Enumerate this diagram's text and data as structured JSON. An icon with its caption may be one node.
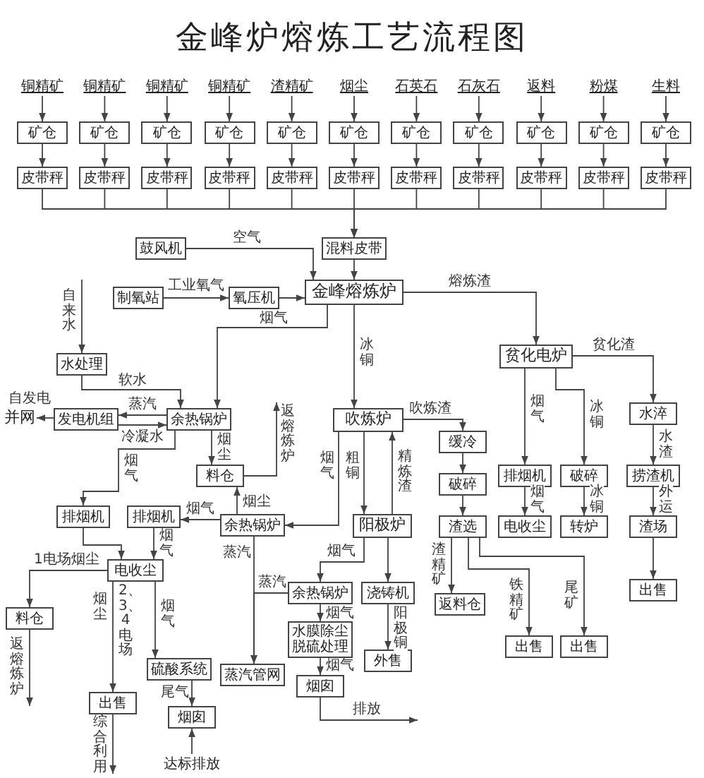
{
  "diagram": {
    "title": "金峰炉熔炼工艺流程图",
    "nodes": [
      {
        "text": [
          "铜精矿"
        ]
      },
      {
        "text": [
          "铜精矿"
        ]
      },
      {
        "text": [
          "铜精矿"
        ]
      },
      {
        "text": [
          "铜精矿"
        ]
      },
      {
        "text": [
          "渣精矿"
        ]
      },
      {
        "text": [
          "烟尘"
        ]
      },
      {
        "text": [
          "石英石"
        ]
      },
      {
        "text": [
          "石灰石"
        ]
      },
      {
        "text": [
          "返料"
        ]
      },
      {
        "text": [
          "粉煤"
        ]
      },
      {
        "text": [
          "生料"
        ]
      },
      {
        "text": [
          "矿仓"
        ]
      },
      {
        "text": [
          "矿仓"
        ]
      },
      {
        "text": [
          "矿仓"
        ]
      },
      {
        "text": [
          "矿仓"
        ]
      },
      {
        "text": [
          "矿仓"
        ]
      },
      {
        "text": [
          "矿仓"
        ]
      },
      {
        "text": [
          "矿仓"
        ]
      },
      {
        "text": [
          "矿仓"
        ]
      },
      {
        "text": [
          "矿仓"
        ]
      },
      {
        "text": [
          "矿仓"
        ]
      },
      {
        "text": [
          "矿仓"
        ]
      },
      {
        "text": [
          "皮带秤"
        ]
      },
      {
        "text": [
          "皮带秤"
        ]
      },
      {
        "text": [
          "皮带秤"
        ]
      },
      {
        "text": [
          "皮带秤"
        ]
      },
      {
        "text": [
          "皮带秤"
        ]
      },
      {
        "text": [
          "皮带秤"
        ]
      },
      {
        "text": [
          "皮带秤"
        ]
      },
      {
        "text": [
          "皮带秤"
        ]
      },
      {
        "text": [
          "皮带秤"
        ]
      },
      {
        "text": [
          "皮带秤"
        ]
      },
      {
        "text": [
          "皮带秤"
        ]
      },
      {
        "text": [
          "混料皮带"
        ]
      },
      {
        "text": [
          "鼓风机"
        ]
      },
      {
        "text": [
          "制氧站"
        ]
      },
      {
        "text": [
          "氧压机"
        ]
      },
      {
        "text": [
          "金峰熔炼炉"
        ]
      },
      {
        "text": [
          "贫化电炉"
        ]
      },
      {
        "text": [
          "水处理"
        ]
      },
      {
        "text": [
          "并网"
        ]
      },
      {
        "text": [
          "发电机组"
        ]
      },
      {
        "text": [
          "余热锅炉"
        ]
      },
      {
        "text": [
          "吹炼炉"
        ]
      },
      {
        "text": [
          "水淬"
        ]
      },
      {
        "text": [
          "缓冷"
        ]
      },
      {
        "text": [
          "料仓"
        ]
      },
      {
        "text": [
          "排烟机"
        ]
      },
      {
        "text": [
          "破碎"
        ]
      },
      {
        "text": [
          "捞渣机"
        ]
      },
      {
        "text": [
          "破碎"
        ]
      },
      {
        "text": [
          "排烟机"
        ]
      },
      {
        "text": [
          "排烟机"
        ]
      },
      {
        "text": [
          "余热锅炉"
        ]
      },
      {
        "text": [
          "阳极炉"
        ]
      },
      {
        "text": [
          "渣选"
        ]
      },
      {
        "text": [
          "电收尘"
        ]
      },
      {
        "text": [
          "转炉"
        ]
      },
      {
        "text": [
          "渣场"
        ]
      },
      {
        "text": [
          "电收尘"
        ]
      },
      {
        "text": [
          "料仓"
        ]
      },
      {
        "text": [
          "余热锅炉"
        ]
      },
      {
        "text": [
          "浇铸机"
        ]
      },
      {
        "text": [
          "返料仓"
        ]
      },
      {
        "text": [
          "出售"
        ]
      },
      {
        "text": [
          "出售"
        ]
      },
      {
        "text": [
          "水膜除尘脱硫处理"
        ]
      },
      {
        "text": [
          "外售"
        ]
      },
      {
        "text": [
          "出售"
        ]
      },
      {
        "text": [
          "出售"
        ]
      },
      {
        "text": [
          "硫酸系统"
        ]
      },
      {
        "text": [
          "蒸汽管网"
        ]
      },
      {
        "text": [
          "烟囱"
        ]
      },
      {
        "text": [
          "烟囱"
        ]
      },
      {
        "text": [
          "达标排放"
        ]
      }
    ],
    "edges": [
      {
        "from": 0,
        "to": 11,
        "arrow": "to"
      },
      {
        "from": 1,
        "to": 12,
        "arrow": "to"
      },
      {
        "from": 2,
        "to": 13,
        "arrow": "to"
      },
      {
        "from": 3,
        "to": 14,
        "arrow": "to"
      },
      {
        "from": 4,
        "to": 15,
        "arrow": "to"
      },
      {
        "from": 5,
        "to": 16,
        "arrow": "to"
      },
      {
        "from": 6,
        "to": 17,
        "arrow": "to"
      },
      {
        "from": 7,
        "to": 18,
        "arrow": "to"
      },
      {
        "from": 8,
        "to": 19,
        "arrow": "to"
      },
      {
        "from": 9,
        "to": 20,
        "arrow": "to"
      },
      {
        "from": 10,
        "to": 21,
        "arrow": "to"
      },
      {
        "from": 11,
        "to": 22,
        "arrow": "to"
      },
      {
        "from": 12,
        "to": 23,
        "arrow": "to"
      },
      {
        "from": 13,
        "to": 24,
        "arrow": "to"
      },
      {
        "from": 14,
        "to": 25,
        "arrow": "to"
      },
      {
        "from": 15,
        "to": 26,
        "arrow": "to"
      },
      {
        "from": 16,
        "to": 27,
        "arrow": "to"
      },
      {
        "from": 17,
        "to": 28,
        "arrow": "to"
      },
      {
        "from": 18,
        "to": 29,
        "arrow": "to"
      },
      {
        "from": 19,
        "to": 30,
        "arrow": "to"
      },
      {
        "from": 20,
        "to": 31,
        "arrow": "to"
      },
      {
        "from": 21,
        "to": 32,
        "arrow": "to"
      },
      {
        "from": 22,
        "to": 33,
        "arrow": "to"
      },
      {
        "from": 23,
        "to": 33,
        "arrow": "to"
      },
      {
        "from": 24,
        "to": 33,
        "arrow": "to"
      },
      {
        "from": 25,
        "to": 33,
        "arrow": "to"
      },
      {
        "from": 26,
        "to": 33,
        "arrow": "to"
      },
      {
        "from": 27,
        "to": 33,
        "arrow": "to"
      },
      {
        "from": 28,
        "to": 33,
        "arrow": "to"
      },
      {
        "from": 29,
        "to": 33,
        "arrow": "to"
      },
      {
        "from": 30,
        "to": 33,
        "arrow": "to"
      },
      {
        "from": 31,
        "to": 33,
        "arrow": "to"
      },
      {
        "from": 32,
        "to": 33,
        "arrow": "to"
      },
      {
        "from": 33,
        "to": 37,
        "arrow": "to"
      },
      {
        "from": 34,
        "to": 37,
        "arrow": "to",
        "label": "空气"
      },
      {
        "from": 35,
        "to": 36,
        "arrow": "to",
        "label": "工业氧气"
      },
      {
        "from": 36,
        "to": 37,
        "arrow": "to"
      },
      {
        "from": null,
        "to": 39,
        "arrow": "to",
        "label": "自来水"
      },
      {
        "from": 39,
        "to": 42,
        "arrow": "to",
        "label": "软水"
      },
      {
        "from": 37,
        "to": 42,
        "arrow": "to",
        "label": "烟气"
      },
      {
        "from": 37,
        "to": 43,
        "arrow": "to",
        "label": "冰铜"
      },
      {
        "from": 37,
        "to": 38,
        "arrow": "to",
        "label": "熔炼渣"
      },
      {
        "from": 42,
        "to": 41,
        "arrow": "to",
        "label": "蒸汽"
      },
      {
        "from": 41,
        "to": 42,
        "arrow": "to",
        "label": "冷凝水"
      },
      {
        "from": 41,
        "to": 40,
        "arrow": "to",
        "label": "自发电"
      },
      {
        "from": 42,
        "to": 46,
        "arrow": "to",
        "label": "烟尘"
      },
      {
        "from": 46,
        "to": null,
        "arrow": "to",
        "label": "返熔炼炉"
      },
      {
        "from": 38,
        "to": 44,
        "arrow": "to",
        "label": "贫化渣"
      },
      {
        "from": 38,
        "to": 47,
        "arrow": "to",
        "label": "烟气"
      },
      {
        "from": 38,
        "to": 48,
        "arrow": "to",
        "label": "冰铜"
      },
      {
        "from": 44,
        "to": 49,
        "arrow": "to",
        "label": "水渣"
      },
      {
        "from": 47,
        "to": 56,
        "arrow": "to",
        "label": "烟气"
      },
      {
        "from": 48,
        "to": 57,
        "arrow": "to",
        "label": "冰铜"
      },
      {
        "from": 49,
        "to": 58,
        "arrow": "to",
        "label": "外运"
      },
      {
        "from": 58,
        "to": 64,
        "arrow": "to"
      },
      {
        "from": 43,
        "to": 45,
        "arrow": "to",
        "label": "吹炼渣"
      },
      {
        "from": 45,
        "to": 50,
        "arrow": "to"
      },
      {
        "from": 50,
        "to": 55,
        "arrow": "to"
      },
      {
        "from": 55,
        "to": 63,
        "arrow": "to",
        "label": "渣精矿"
      },
      {
        "from": 55,
        "to": 68,
        "arrow": "to",
        "label": "铁精矿"
      },
      {
        "from": 55,
        "to": 69,
        "arrow": "to",
        "label": "尾矿"
      },
      {
        "from": 43,
        "to": 53,
        "arrow": "to",
        "label": "烟气"
      },
      {
        "from": 43,
        "to": 54,
        "arrow": "to",
        "label": "粗铜"
      },
      {
        "from": 54,
        "to": 43,
        "arrow": "to",
        "label": "精炼渣"
      },
      {
        "from": 42,
        "to": 51,
        "arrow": "to",
        "label": "烟气"
      },
      {
        "from": 53,
        "to": 52,
        "arrow": "to",
        "label": "烟气"
      },
      {
        "from": 53,
        "to": 46,
        "arrow": "to",
        "label": "烟尘"
      },
      {
        "from": 53,
        "to": 71,
        "arrow": "to",
        "label": "蒸汽"
      },
      {
        "from": 51,
        "to": 59,
        "arrow": "to"
      },
      {
        "from": 52,
        "to": 59,
        "arrow": "to",
        "label": "烟气"
      },
      {
        "from": 59,
        "to": 60,
        "arrow": "to",
        "label": "1电场烟尘"
      },
      {
        "from": 60,
        "to": null,
        "arrow": "to",
        "label": "返熔炼炉"
      },
      {
        "from": 59,
        "to": 65,
        "arrow": "to",
        "label": "烟尘"
      },
      {
        "from": 65,
        "to": null,
        "arrow": "to",
        "label": "综合利用"
      },
      {
        "from": 59,
        "to": 70,
        "arrow": "to",
        "label": "烟气"
      },
      {
        "from": 70,
        "to": 73,
        "arrow": "to",
        "label": "尾气"
      },
      {
        "from": 74,
        "to": 73,
        "arrow": "to"
      },
      {
        "from": 54,
        "to": 61,
        "arrow": "to",
        "label": "烟气"
      },
      {
        "from": 61,
        "to": 71,
        "arrow": "to",
        "label": "蒸汽"
      },
      {
        "from": 61,
        "to": 66,
        "arrow": "to",
        "label": "烟气"
      },
      {
        "from": 66,
        "to": 72,
        "arrow": "to",
        "label": "烟气"
      },
      {
        "from": 72,
        "to": null,
        "arrow": "to",
        "label": "排放"
      },
      {
        "from": 54,
        "to": 62,
        "arrow": "to"
      },
      {
        "from": 62,
        "to": 67,
        "arrow": "to",
        "label": "阳极铜"
      }
    ],
    "labels": [
      "2、3、4电场"
    ]
  }
}
